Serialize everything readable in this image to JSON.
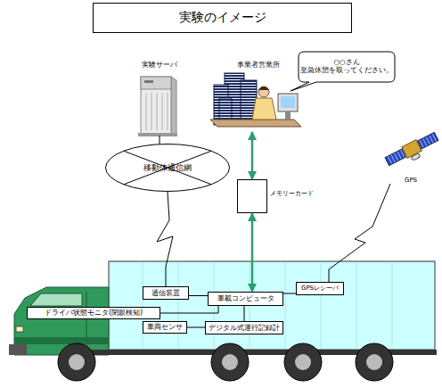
{
  "diagram": {
    "title": "実験のイメージ",
    "nodes": [
      {
        "text": [
          "実験サーバ"
        ]
      },
      {
        "text": [
          "事業者営業所"
        ]
      },
      {
        "text": [
          "○○さん 至急休憩を取ってください。"
        ]
      },
      {
        "text": [
          "移動体通信網"
        ]
      },
      {
        "text": [
          "メモリーカード"
        ]
      },
      {
        "text": [
          "GPS"
        ]
      },
      {
        "text": [
          "通信装置"
        ]
      },
      {
        "text": [
          "車載コンピュータ"
        ]
      },
      {
        "text": [
          "GPSレシーバ"
        ]
      },
      {
        "text": [
          "ドライバ状態モニタ(閉眼検知)"
        ]
      },
      {
        "text": [
          "車両センサ"
        ]
      },
      {
        "text": [
          "デジタル式運行記録計"
        ]
      }
    ],
    "edges": [
      {
        "from": 0,
        "to": 3,
        "arrow": "none"
      },
      {
        "from": 1,
        "to": 4,
        "arrow": "both"
      },
      {
        "from": 4,
        "to": 7,
        "arrow": "both"
      },
      {
        "from": 3,
        "to": 6,
        "arrow": "none"
      },
      {
        "from": 5,
        "to": 8,
        "arrow": "none"
      },
      {
        "from": 6,
        "to": 7,
        "arrow": "none"
      },
      {
        "from": 7,
        "to": 8,
        "arrow": "none"
      },
      {
        "from": 9,
        "to": 7,
        "arrow": "none"
      },
      {
        "from": 10,
        "to": 11,
        "arrow": "none"
      },
      {
        "from": 11,
        "to": 7,
        "arrow": "none"
      }
    ]
  }
}
